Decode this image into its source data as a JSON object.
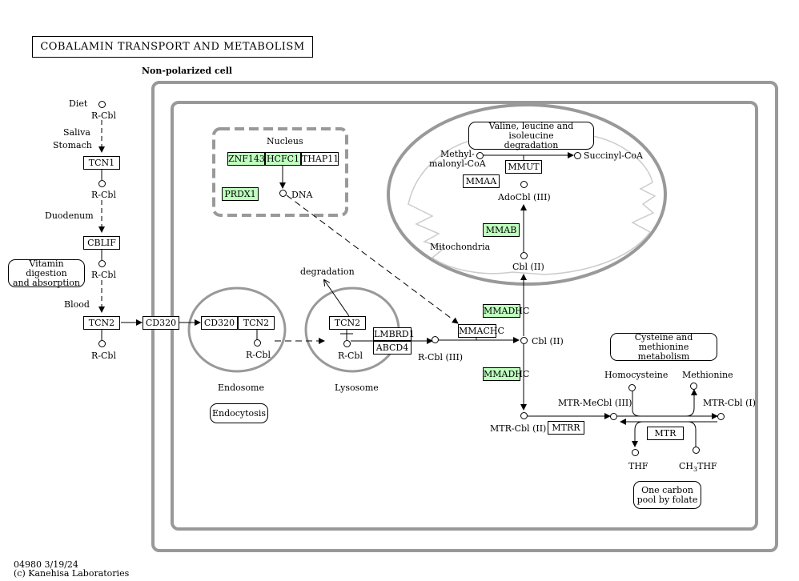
{
  "title": "COBALAMIN TRANSPORT AND METABOLISM",
  "compartments": {
    "cell": "Non-polarized cell",
    "nucleus": "Nucleus",
    "mitochondria": "Mitochondria",
    "endosome": "Endosome",
    "lysosome": "Lysosome"
  },
  "left_path": {
    "diet": "Diet",
    "rcbl": "R-Cbl",
    "saliva": "Saliva",
    "stomach": "Stomach",
    "duodenum": "Duodenum",
    "blood": "Blood"
  },
  "genes": {
    "tcn1": "TCN1",
    "cblif": "CBLIF",
    "tcn2": "TCN2",
    "cd320": "CD320",
    "lmbrd1": "LMBRD1",
    "abcd4": "ABCD4",
    "mmachc": "MMACHC",
    "mmadhc": "MMADHC",
    "mmab": "MMAB",
    "mmaa": "MMAA",
    "mmut": "MMUT",
    "mtrr": "MTRR",
    "mtr": "MTR",
    "znf143": "ZNF143",
    "hcfc1": "HCFC1",
    "thap11": "THAP11",
    "prdx1": "PRDX1"
  },
  "compounds": {
    "rcbl": "R-Cbl",
    "rcbl3": "R-Cbl (III)",
    "cbl2": "Cbl (II)",
    "adocbl": "AdoCbl (III)",
    "methylmalonyl": "Methyl-\nmalonyl-CoA",
    "succinyl": "Succinyl-CoA",
    "mtrcbl2": "MTR-Cbl (II)",
    "mtrmecbl": "MTR-MeCbl (III)",
    "mtrcbl1": "MTR-Cbl (I)",
    "homocysteine": "Homocysteine",
    "methionine": "Methionine",
    "thf": "THF",
    "ch3thf_main": "CH",
    "ch3thf_sub": "3",
    "ch3thf_tail": "THF",
    "dna": "DNA",
    "degradation": "degradation"
  },
  "maps": {
    "vitamin": "Vitamin digestion\nand absorption",
    "endocytosis": "Endocytosis",
    "valine": "Valine, leucine and isoleucine\ndegradation",
    "cysteine": "Cysteine and methionine\nmetabolism",
    "onecarbon": "One carbon\npool by folate"
  },
  "footer": {
    "id": "04980 3/19/24",
    "copyright": "(c) Kanehisa Laboratories"
  },
  "colors": {
    "highlight": "#bfffbf",
    "compartment": "#999999",
    "mito_inner": "#cccccc"
  }
}
